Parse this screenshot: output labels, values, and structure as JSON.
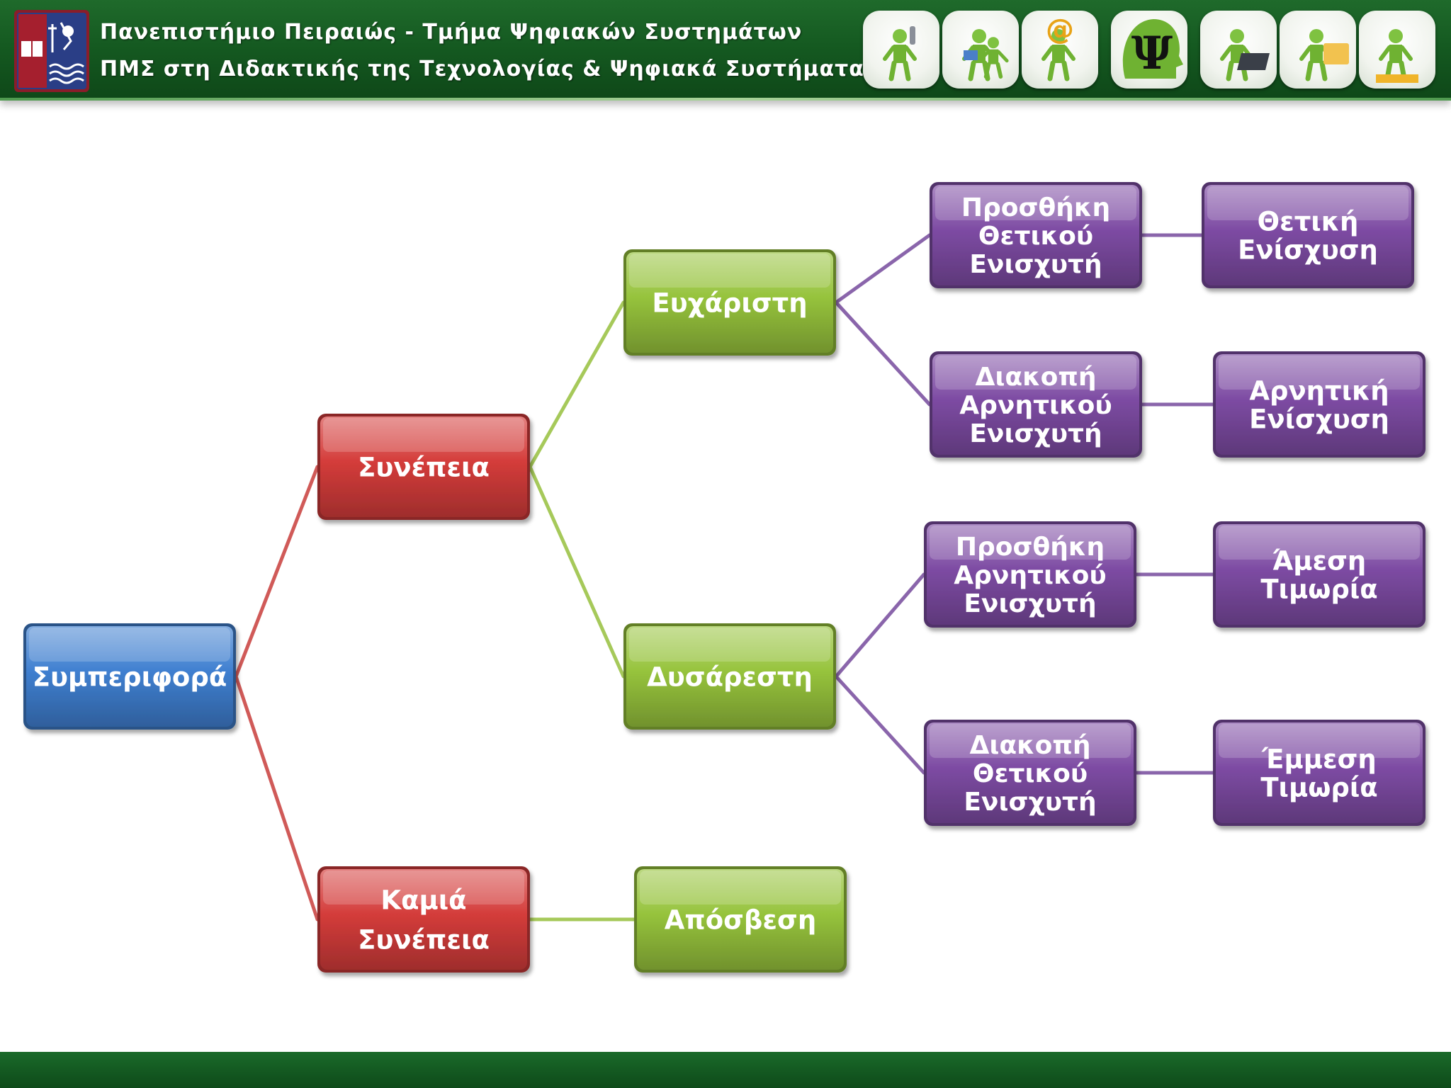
{
  "header": {
    "line1": "Πανεπιστήμιο Πειραιώς - Τμήμα Ψηφιακών Συστημάτων",
    "line2": "ΠΜΣ στη Διδακτικής της Τεχνολογίας & Ψηφιακά Συστήματα",
    "logo_icon": "university-of-piraeus-logo",
    "icons": [
      "person-with-microphone-icon",
      "two-people-reading-icon",
      "person-with-at-sign-icon",
      "psi-head-icon",
      "person-with-laptop-icon",
      "person-with-folder-icon",
      "person-on-puzzle-icon"
    ],
    "psi_glyph": "Ψ"
  },
  "colors": {
    "header_green": "#155a21",
    "blue": "#3f7fd0",
    "red": "#d43c3a",
    "green": "#96c33c",
    "purple": "#7d4ba3",
    "line_red": "#d05a58",
    "line_green": "#a6c95a",
    "line_purple": "#8a65ab"
  },
  "diagram": {
    "nodes": [
      {
        "id": "behavior",
        "lines": [
          "Συμπεριφορά"
        ],
        "color": "blue"
      },
      {
        "id": "consequence",
        "lines": [
          "Συνέπεια"
        ],
        "color": "red"
      },
      {
        "id": "no-consequence",
        "lines": [
          "Καμιά",
          "Συνέπεια"
        ],
        "color": "red"
      },
      {
        "id": "pleasant",
        "lines": [
          "Ευχάριστη"
        ],
        "color": "green"
      },
      {
        "id": "unpleasant",
        "lines": [
          "Δυσάρεστη"
        ],
        "color": "green"
      },
      {
        "id": "extinction",
        "lines": [
          "Απόσβεση"
        ],
        "color": "green"
      },
      {
        "id": "add-positive",
        "lines": [
          "Προσθήκη",
          "Θετικού",
          "Ενισχυτή"
        ],
        "color": "purple"
      },
      {
        "id": "remove-negative",
        "lines": [
          "Διακοπή",
          "Αρνητικού",
          "Ενισχυτή"
        ],
        "color": "purple"
      },
      {
        "id": "add-negative",
        "lines": [
          "Προσθήκη",
          "Αρνητικού",
          "Ενισχυτή"
        ],
        "color": "purple"
      },
      {
        "id": "remove-positive",
        "lines": [
          "Διακοπή",
          "Θετικού",
          "Ενισχυτή"
        ],
        "color": "purple"
      },
      {
        "id": "positive-reinforcement",
        "lines": [
          "Θετική",
          "Ενίσχυση"
        ],
        "color": "purple"
      },
      {
        "id": "negative-reinforcement",
        "lines": [
          "Αρνητική",
          "Ενίσχυση"
        ],
        "color": "purple"
      },
      {
        "id": "direct-punishment",
        "lines": [
          "Άμεση",
          "Τιμωρία"
        ],
        "color": "purple"
      },
      {
        "id": "indirect-punishment",
        "lines": [
          "Έμμεση",
          "Τιμωρία"
        ],
        "color": "purple"
      }
    ],
    "edges": [
      {
        "from": "behavior",
        "to": "consequence",
        "color": "line_red"
      },
      {
        "from": "behavior",
        "to": "no-consequence",
        "color": "line_red"
      },
      {
        "from": "consequence",
        "to": "pleasant",
        "color": "line_green"
      },
      {
        "from": "consequence",
        "to": "unpleasant",
        "color": "line_green"
      },
      {
        "from": "no-consequence",
        "to": "extinction",
        "color": "line_green"
      },
      {
        "from": "pleasant",
        "to": "add-positive",
        "color": "line_purple"
      },
      {
        "from": "pleasant",
        "to": "remove-negative",
        "color": "line_purple"
      },
      {
        "from": "unpleasant",
        "to": "add-negative",
        "color": "line_purple"
      },
      {
        "from": "unpleasant",
        "to": "remove-positive",
        "color": "line_purple"
      },
      {
        "from": "add-positive",
        "to": "positive-reinforcement",
        "color": "line_purple"
      },
      {
        "from": "remove-negative",
        "to": "negative-reinforcement",
        "color": "line_purple"
      },
      {
        "from": "add-negative",
        "to": "direct-punishment",
        "color": "line_purple"
      },
      {
        "from": "remove-positive",
        "to": "indirect-punishment",
        "color": "line_purple"
      }
    ]
  }
}
